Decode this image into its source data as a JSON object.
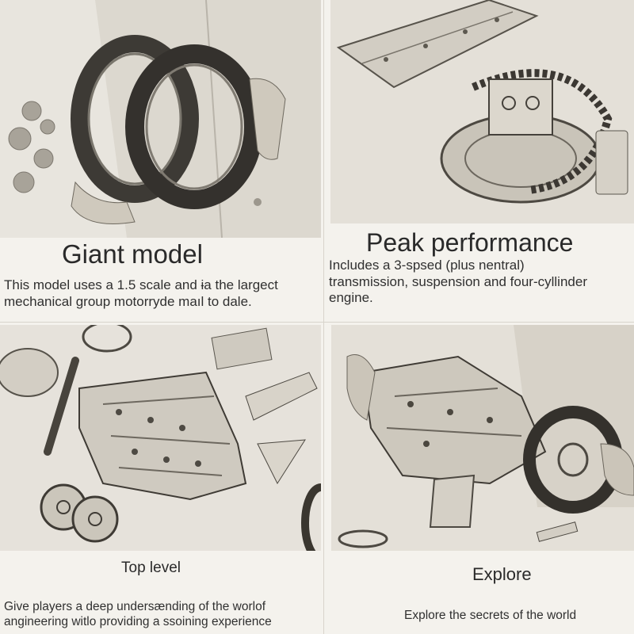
{
  "panels": [
    {
      "title": "Giant model",
      "description": "This model uses a 1.5 scale and ɨa the largect\nmechanical group motorryde maıl to dale."
    },
    {
      "title": "Peak performance",
      "description": "Includes a 3-spsed (plus nentral)\ntransmission, suspension and four-cyllinder\nengine."
    },
    {
      "title": "Top level",
      "description": "Give players a deep undersænding of the worlof\nangineering witlo providing a ssoining experience"
    },
    {
      "title": "Explore",
      "description": "Explore the secrets of the world"
    }
  ]
}
